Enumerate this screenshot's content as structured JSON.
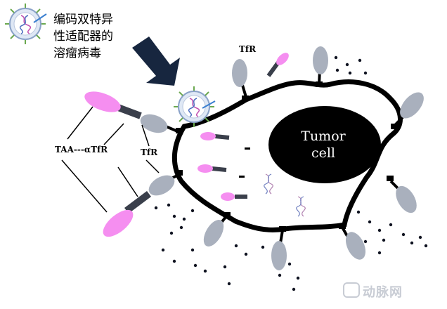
{
  "caption": {
    "line1": "编码双特异",
    "line2": "性适配器的",
    "line3": "溶瘤病毒"
  },
  "labels": {
    "tfr_top": "TfR",
    "taa_antibody": "TAA---αTfR",
    "tfr_left": "TfR",
    "tumor_line1": "Tumor",
    "tumor_line2": "cell"
  },
  "watermark": {
    "text": "动脉网",
    "logo": "VB"
  },
  "colors": {
    "receptor": "#a9b0bd",
    "antibody_tip": "#f58ef0",
    "antibody_stem": "#3a3f4b",
    "membrane": "#000000",
    "nucleus": "#000000",
    "virus_capsid": "#c5d3e8",
    "virus_spike": "#6aa84f",
    "arrow": "#17263f"
  },
  "icons": [
    "oncolytic-virus-icon",
    "dna-helix-icon",
    "down-right-arrow-icon"
  ]
}
